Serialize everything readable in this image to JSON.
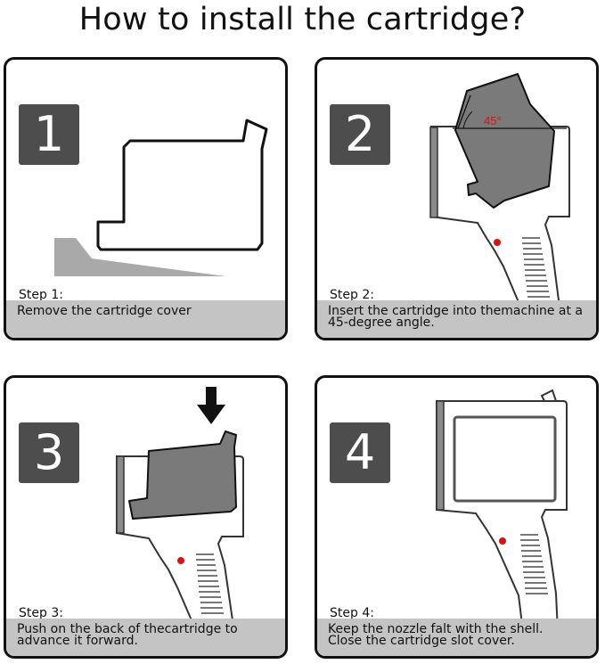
{
  "title": "How to install the cartridge?",
  "steps": [
    {
      "number": "1",
      "label": "Step 1:",
      "lines": [
        "Remove the cartridge cover"
      ]
    },
    {
      "number": "2",
      "label": "Step 2:",
      "lines": [
        "Insert the cartridge into themachine at a",
        "45-degree angle."
      ],
      "angle_label": "45°"
    },
    {
      "number": "3",
      "label": "Step 3:",
      "lines": [
        "Push on the back of thecartridge to",
        "advance it forward."
      ]
    },
    {
      "number": "4",
      "label": "Step 4:",
      "lines": [
        "Keep the nozzle falt with the shell.",
        "Close the cartridge slot cover."
      ]
    }
  ],
  "colors": {
    "badge": "#4d4d4d",
    "caption_bar": "#c4c4c4",
    "cartridge": "#7a7a7a",
    "cover": "#a9a9a9",
    "angle": "#e01010",
    "trigger": "#e01010"
  },
  "icons": {
    "step3_arrow": "arrow-down-icon"
  }
}
